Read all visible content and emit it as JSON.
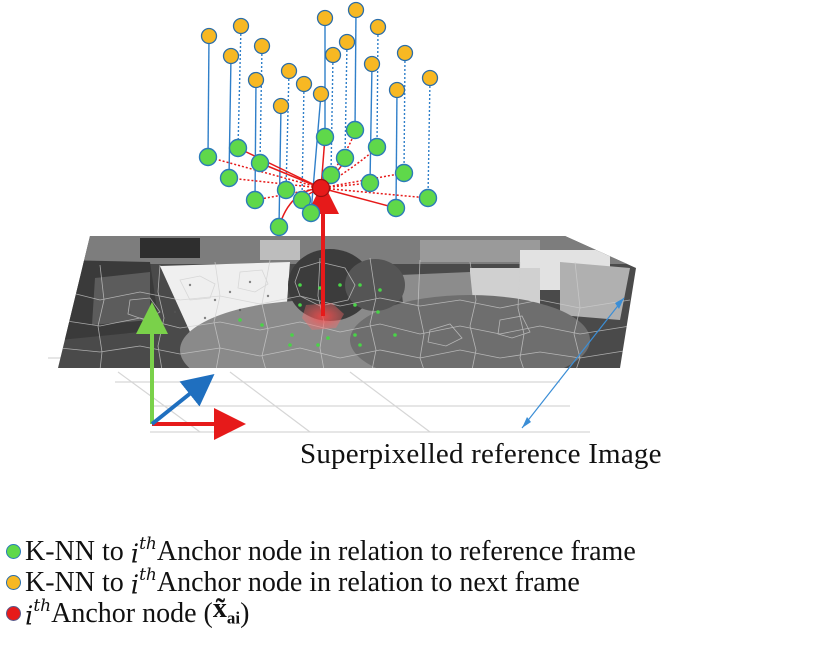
{
  "figure": {
    "caption": "Superpixelled reference Image"
  },
  "legend": [
    {
      "color": "#5fd84a",
      "icon": "green-circle",
      "prefix": "K-NN to ",
      "ith": "i",
      "ith_sup": "th",
      "text": "Anchor node in relation to reference frame"
    },
    {
      "color": "#f7b823",
      "icon": "orange-circle",
      "prefix": "K-NN to ",
      "ith": "i",
      "ith_sup": "th",
      "text": "Anchor node in relation to next frame"
    },
    {
      "color": "#e61a1a",
      "icon": "red-circle",
      "prefix": "",
      "ith": "i",
      "ith_sup": "th",
      "text": "Anchor node (",
      "symbol": "x̃",
      "symbol_sub": "ai",
      "suffix": ")"
    }
  ],
  "colors": {
    "green_node": "#5fd84a",
    "orange_node": "#f7b823",
    "anchor_node": "#e61a1a",
    "link_line": "#2f7fc9",
    "red_link": "#e61a1a",
    "axis_x": "#e61a1a",
    "axis_y": "#7ad14a",
    "axis_z": "#1f6fbf"
  }
}
